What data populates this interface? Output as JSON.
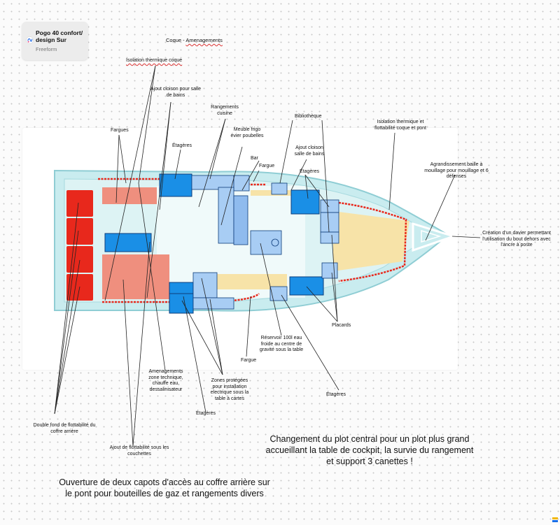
{
  "board": {
    "title": "Pogo  40 confort/ design Sur",
    "subtitle": "Freeform",
    "icon": "freeform-app-icon"
  },
  "canvas_title": {
    "prefix": "Coque - ",
    "underlined": "Amenagements"
  },
  "labels": {
    "isolation_coque": "Isolation thermique coque",
    "ajout_cloison_sdb_1": "Ajout cloison pour salle de bains",
    "rangements_cuisine": "Rangements cuisine",
    "meuble_frigo": "Meuble frigo évier poubelles",
    "bar": "Bar",
    "fargue_top": "Fargue",
    "bibliotheque": "Bibliothèque",
    "ajout_cloison_sdb_2": "Ajout cloison salle de bains",
    "etageres_top_1": "Étagères",
    "etageres_top_2": "Étagères",
    "fargues_left": "Fargues",
    "isolation_coque_pont": "Isolation thermique et flottabilité coque et pont",
    "agrandissement_baille": "Agrandissement baille à mouillage pour mouillage et 6 défenses",
    "creation_davier": "Création d'un davier permettant l'utilisation du bout dehors avec l'ancre à poste",
    "placards": "Placards",
    "reservoir": "Réservoir 100l eau froide au centre de gravité sous la table",
    "fargue_bottom": "Fargue",
    "etageres_bottom_right": "Étagères",
    "amenagements_zone": "Amenagements zone technique, chauffe eau, dessalinisateur",
    "zones_protegees": "Zones protégées pour installation electrique sous la table à cartes",
    "etageres_bottom_center": "Étagères",
    "double_fond": "Double fond de flottabilité du coffre arrière",
    "ajout_flottabilite": "Ajout de flottabilité sous les couchettes"
  },
  "notes": {
    "cockpit": "Changement du plot central pour un plot plus grand accueillant la table de cockpit, la survie du rangement et support 3 canettes !",
    "coffre": "Ouverture de deux capots d'accès au coffre arrière sur le pont pour bouteilles de gaz et rangements divers"
  },
  "colors": {
    "hull_fill": "#c9ecef",
    "hull_outline": "#8fcdd4",
    "red_block": "#e8281c",
    "salmon": "#ef8f7e",
    "blue_dark": "#1a8fe6",
    "blue_light": "#a8cdf4",
    "sand": "#f7e3a8",
    "red_line": "#e8281c",
    "leader_line": "#222222"
  }
}
